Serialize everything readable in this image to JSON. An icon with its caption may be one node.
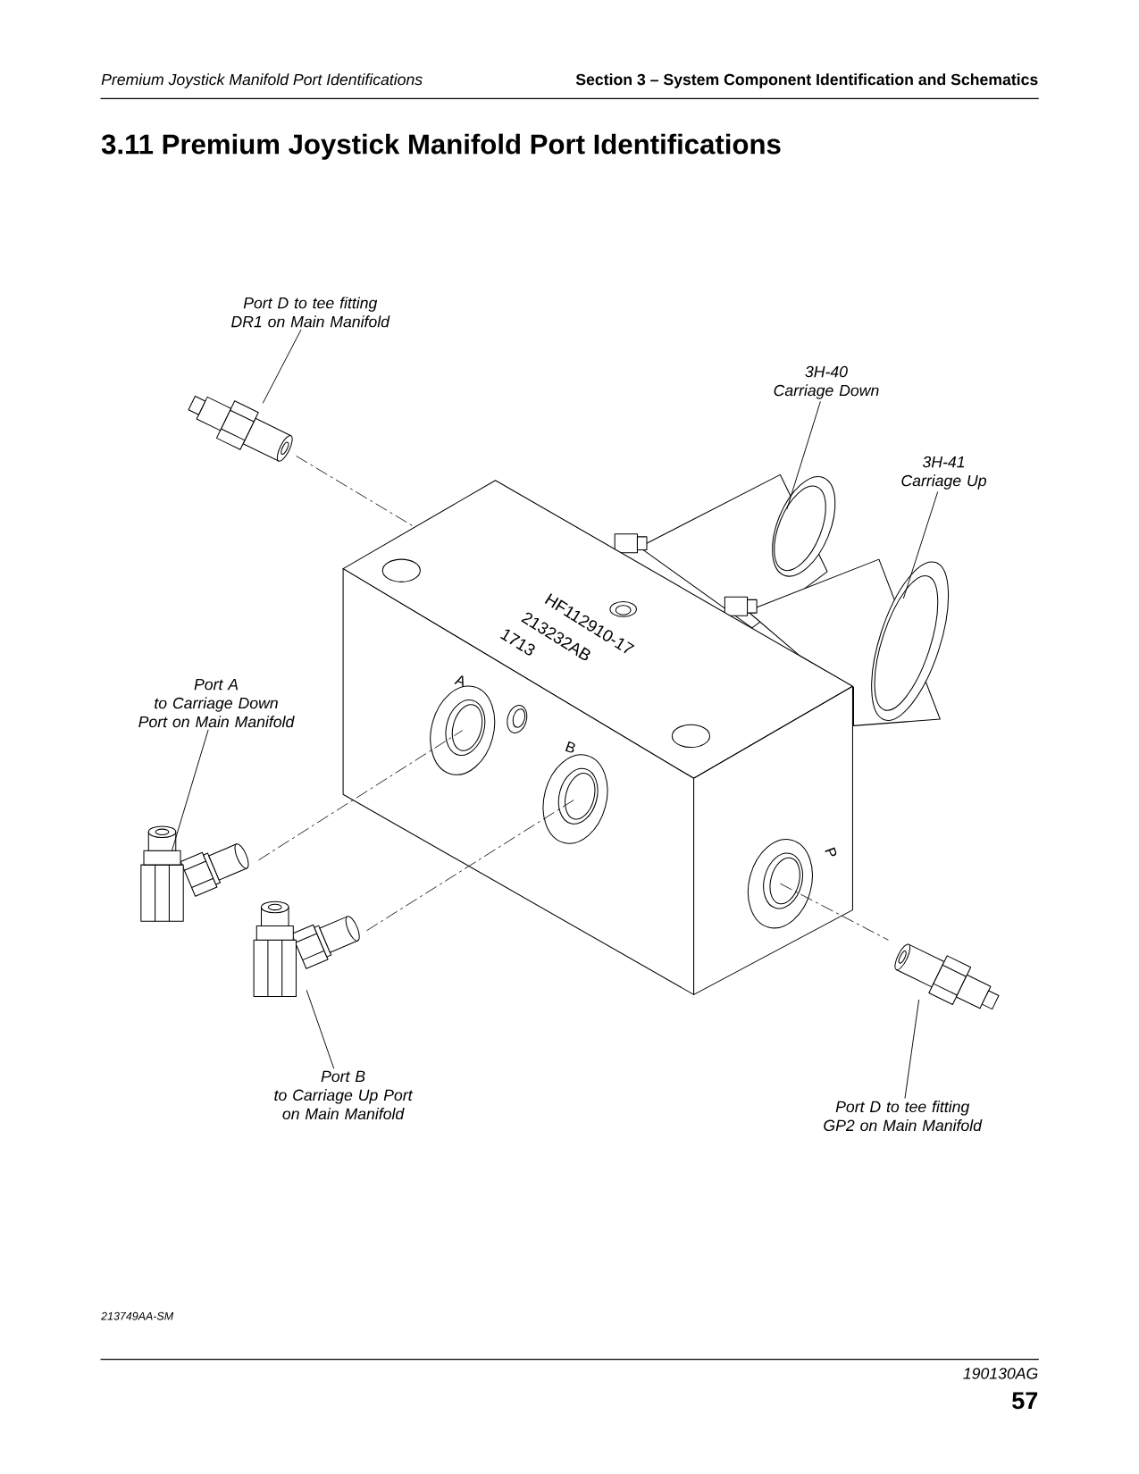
{
  "diagram": {
    "title": "3.11 Premium Joystick Manifold Port Identifications",
    "nodes": [
      {
        "text": [
          "Port D to tee fitting DR1 on Main Manifold"
        ]
      },
      {
        "text": [],
        "shape": "picture"
      },
      {
        "text": [
          "3H-40",
          "Carriage Down"
        ]
      },
      {
        "text": [],
        "shape": "picture"
      },
      {
        "text": [
          "3H-41",
          "Carriage Up"
        ]
      },
      {
        "text": [],
        "shape": "picture"
      },
      {
        "text": [
          "Port A",
          "to Carriage Down Port on Main Manifold"
        ]
      },
      {
        "text": [],
        "shape": "picture"
      },
      {
        "text": [
          "Port B",
          "to Carriage Up Port on Main Manifold"
        ]
      },
      {
        "text": [],
        "shape": "picture"
      },
      {
        "text": [
          "Port D to tee fitting GP2 on Main Manifold"
        ]
      },
      {
        "text": [],
        "shape": "picture"
      }
    ],
    "edges": [
      {
        "from": 0,
        "to": 1,
        "arrow": "none"
      },
      {
        "from": 2,
        "to": 3,
        "arrow": "none"
      },
      {
        "from": 4,
        "to": 5,
        "arrow": "none"
      },
      {
        "from": 6,
        "to": 7,
        "arrow": "none"
      },
      {
        "from": 8,
        "to": 9,
        "arrow": "none"
      },
      {
        "from": 10,
        "to": 11,
        "arrow": "none"
      }
    ],
    "labels": [
      "Premium Joystick Manifold Port Identifications",
      "Section 3 – System Component Identification and Schematics",
      "A",
      "B",
      "P",
      "HF112910-17",
      "213232AB",
      "1713",
      "213749AA-SM",
      "190130AG",
      "57"
    ]
  }
}
